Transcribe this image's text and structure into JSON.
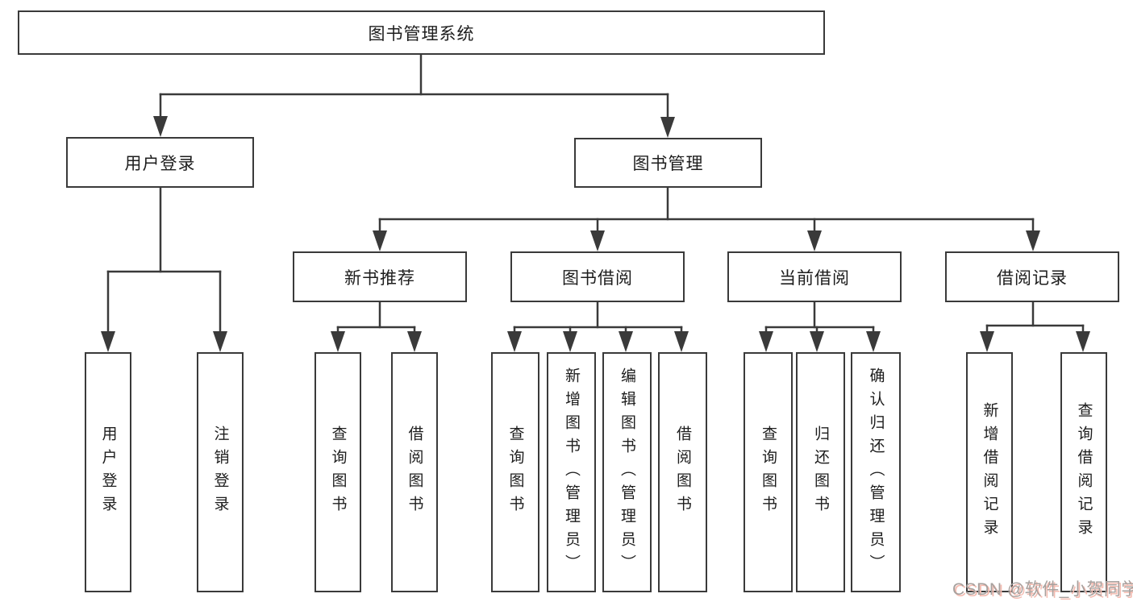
{
  "tree": {
    "root": {
      "label": "图书管理系统"
    },
    "branches": [
      {
        "label": "用户登录",
        "children": [
          {
            "label": "用户登录"
          },
          {
            "label": "注销登录"
          }
        ]
      },
      {
        "label": "图书管理",
        "children": [
          {
            "label": "新书推荐",
            "children": [
              {
                "label": "查询图书"
              },
              {
                "label": "借阅图书"
              }
            ]
          },
          {
            "label": "图书借阅",
            "children": [
              {
                "label": "查询图书"
              },
              {
                "label": "新增图书（管理员）"
              },
              {
                "label": "编辑图书（管理员）"
              },
              {
                "label": "借阅图书"
              }
            ]
          },
          {
            "label": "当前借阅",
            "children": [
              {
                "label": "查询图书"
              },
              {
                "label": "归还图书"
              },
              {
                "label": "确认归还（管理员）"
              }
            ]
          },
          {
            "label": "借阅记录",
            "children": [
              {
                "label": "新增借阅记录"
              },
              {
                "label": "查询借阅记录"
              }
            ]
          }
        ]
      }
    ]
  },
  "watermark": {
    "text": "CSDN @软件_小贺同学",
    "text_color": "#a7a19e",
    "accent_color": "#f4bbb0"
  },
  "style": {
    "line_color": "#3a3a3a",
    "text_color": "#1d1d1d",
    "node_fill": "#ffffff",
    "background": "#ffffff"
  }
}
